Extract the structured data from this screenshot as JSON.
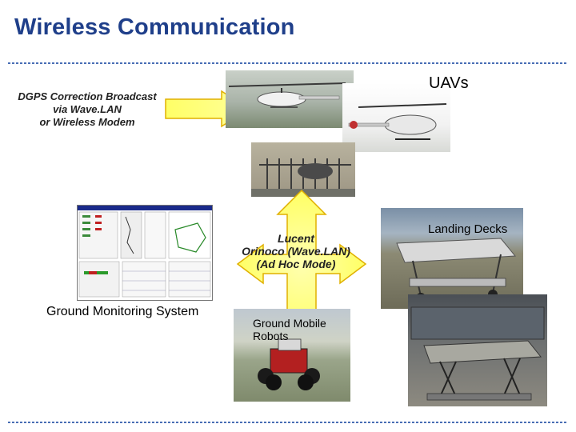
{
  "slide": {
    "title": "Wireless Communication",
    "dgps_line1": "DGPS Correction Broadcast",
    "dgps_line2": "via Wave.LAN",
    "dgps_line3": "or Wireless Modem",
    "uavs_label": "UAVs",
    "lucent_line1": "Lucent",
    "lucent_line2": "Orinoco (Wave.LAN)",
    "lucent_line3": "(Ad Hoc Mode)",
    "landing_decks_label": "Landing Decks",
    "ground_monitoring_label": "Ground Monitoring System",
    "ground_robots_line1": "Ground Mobile",
    "ground_robots_line2": "Robots"
  },
  "colors": {
    "title": "#1f3f8a",
    "rule": "#4a6fb5",
    "arrow_fill": "#ffff66",
    "arrow_stroke": "#e8b000",
    "arrow_fill_light": "#ffffb0"
  }
}
